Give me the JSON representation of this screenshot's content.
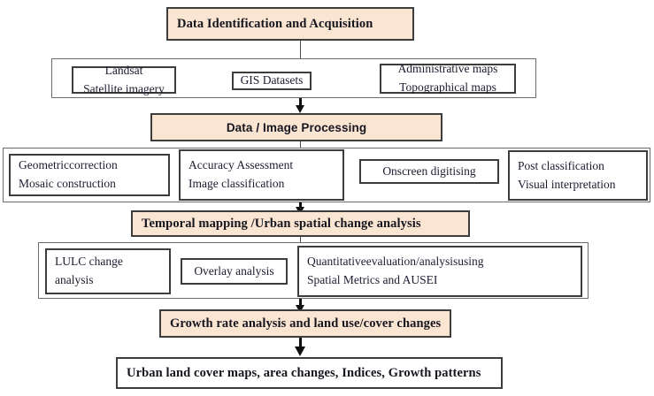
{
  "diagram": {
    "title": "Urban Land Use / Land Cover Change Methodology Flowchart",
    "accent_fill": "#fae5d3",
    "border_color": "#5a5a5a",
    "text_color": "#1c1c30"
  },
  "stages": {
    "data_identification": "Data Identification and Acquisition",
    "data_processing": "Data / Image Processing",
    "temporal_mapping": "Temporal mapping /Urban spatial change analysis",
    "growth_rate": "Growth rate analysis and land use/cover changes",
    "outputs": "Urban land cover maps, area changes, Indices, Growth patterns"
  },
  "data_sources": {
    "landsat": {
      "line1": "Landsat",
      "line2": "Satellite imagery"
    },
    "gis": {
      "line1": "GIS Datasets"
    },
    "maps": {
      "line1": "Administrative maps",
      "line2": "Topographical maps"
    }
  },
  "processing_steps": {
    "geometric": {
      "line1a": "Geometric",
      "line1b": "correction",
      "line2": "Mosaic construction"
    },
    "accuracy": {
      "line1": "Accuracy Assessment",
      "line2": "Image classification"
    },
    "digitising": {
      "line1": "Onscreen digitising"
    },
    "postclass": {
      "line1": "Post classification",
      "line2": "Visual interpretation"
    }
  },
  "analysis_steps": {
    "lulc": {
      "line1": "LULC change",
      "line2": "analysis"
    },
    "overlay": {
      "line1": "Overlay analysis"
    },
    "quantitative": {
      "line1a": "Quantitative",
      "line1b": "evaluation",
      "line1c": "/",
      "line1d": "analysis",
      "line1e": "using",
      "line2": "Spatial Metrics and AUSEI"
    }
  }
}
